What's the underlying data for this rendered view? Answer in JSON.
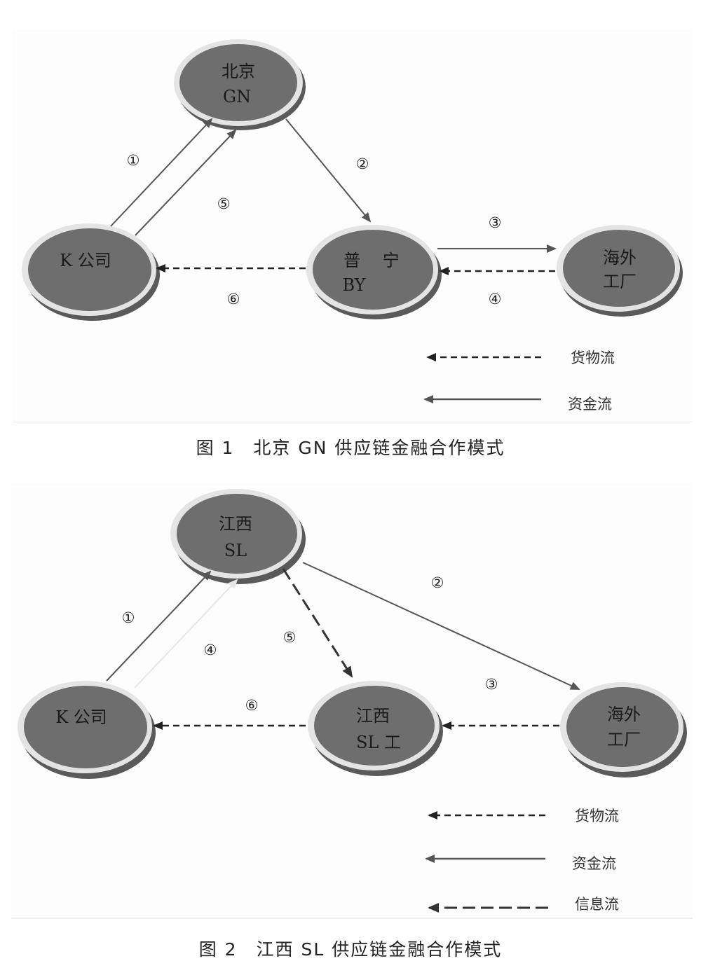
{
  "figure1": {
    "caption": "图 1　北京 GN 供应链金融合作模式",
    "nodes": {
      "beijing_gn": [
        "北京",
        "GN"
      ],
      "k_company": [
        "K 公司"
      ],
      "puning_by": [
        "普　 宁",
        "BY"
      ],
      "overseas_factory": [
        "海外",
        "工厂"
      ]
    },
    "flow_numbers": {
      "n1": "①",
      "n2": "②",
      "n3": "③",
      "n4": "④",
      "n5": "⑤",
      "n6": "⑥"
    },
    "legend": {
      "goods_flow": "货物流",
      "capital_flow": "资金流"
    }
  },
  "figure2": {
    "caption": "图 2　江西 SL 供应链金融合作模式",
    "nodes": {
      "jiangxi_sl": [
        "江西",
        "SL"
      ],
      "k_company": [
        "K 公司"
      ],
      "jiangxi_sl_factory": [
        "江西",
        "SL 工"
      ],
      "overseas_factory": [
        "海外",
        "工厂"
      ]
    },
    "flow_numbers": {
      "n1": "①",
      "n2": "②",
      "n3": "③",
      "n4": "④",
      "n5": "⑤",
      "n6": "⑥"
    },
    "legend": {
      "goods_flow": "货物流",
      "capital_flow": "资金流",
      "info_flow": "信息流"
    }
  },
  "colors": {
    "node_fill": "#6e6e6e",
    "node_rim": "#e4e4e4",
    "node_shadow": "#5a5a5a",
    "capital_line": "#555555",
    "goods_line": "#222222",
    "info_line": "#3a3a3a",
    "faint_line": "#e6e6e6"
  }
}
